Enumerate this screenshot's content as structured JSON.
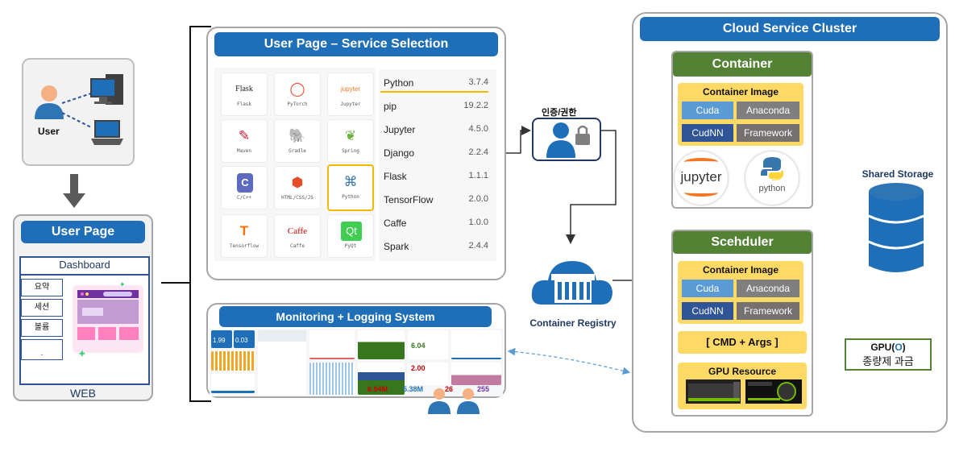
{
  "user": {
    "label": "User"
  },
  "user_page": {
    "title": "User Page",
    "dashboard": "Dashboard",
    "side_items": [
      "요약",
      "세션",
      "볼륨",
      "."
    ],
    "footer": "WEB"
  },
  "service_selection": {
    "title": "User Page – Service Selection",
    "tiles": [
      {
        "icon": "Flask",
        "label": "Flask"
      },
      {
        "icon": "◯",
        "label": "PyTorch"
      },
      {
        "icon": "jupyter",
        "label": "Jupyter"
      },
      {
        "icon": "✎",
        "label": "Maven"
      },
      {
        "icon": "🐘",
        "label": "Gradle"
      },
      {
        "icon": "❦",
        "label": "Spring"
      },
      {
        "icon": "C",
        "label": "C/C++"
      },
      {
        "icon": "⬢",
        "label": "HTML/CSS/JS"
      },
      {
        "icon": "⌘",
        "label": "Python"
      },
      {
        "icon": "T",
        "label": "Tensorflow"
      },
      {
        "icon": "Caffe",
        "label": "Caffe"
      },
      {
        "icon": "Qt",
        "label": "PyQt"
      }
    ],
    "versions": [
      {
        "name": "Python",
        "version": "3.7.4"
      },
      {
        "name": "pip",
        "version": "19.2.2"
      },
      {
        "name": "Jupyter",
        "version": "4.5.0"
      },
      {
        "name": "Django",
        "version": "2.2.4"
      },
      {
        "name": "Flask",
        "version": "1.1.1"
      },
      {
        "name": "TensorFlow",
        "version": "2.0.0"
      },
      {
        "name": "Caffe",
        "version": "1.0.0"
      },
      {
        "name": "Spark",
        "version": "2.4.4"
      }
    ]
  },
  "auth": {
    "label": "인증/권한"
  },
  "monitoring": {
    "title": "Monitoring + Logging  System",
    "stats": [
      "1.99",
      "0.03",
      "6.04",
      "2.00",
      "6.94M",
      "5.38M",
      "26",
      "255"
    ]
  },
  "registry": {
    "label": "Container Registry"
  },
  "cluster": {
    "title": "Cloud Service Cluster",
    "container": {
      "title": "Container",
      "image_title": "Container Image",
      "chips": [
        "Cuda",
        "Anaconda",
        "CudNN",
        "Framework"
      ],
      "logos": [
        "jupyter",
        "python"
      ]
    },
    "scheduler": {
      "title": "Scehduler",
      "image_title": "Container Image",
      "chips": [
        "Cuda",
        "Anaconda",
        "CudNN",
        "Framework"
      ],
      "cmd": "[ CMD + Args ]",
      "gpu_title": "GPU Resource"
    },
    "storage": {
      "label": "Shared  Storage"
    },
    "gpu_billing": {
      "prefix": "GPU(",
      "flag": "O",
      "suffix": ")",
      "line2": "종량제 과금"
    }
  },
  "colors": {
    "blue": "#1f6fb8",
    "green": "#548235",
    "yellow": "#ffd966",
    "orange": "#f5b800"
  }
}
